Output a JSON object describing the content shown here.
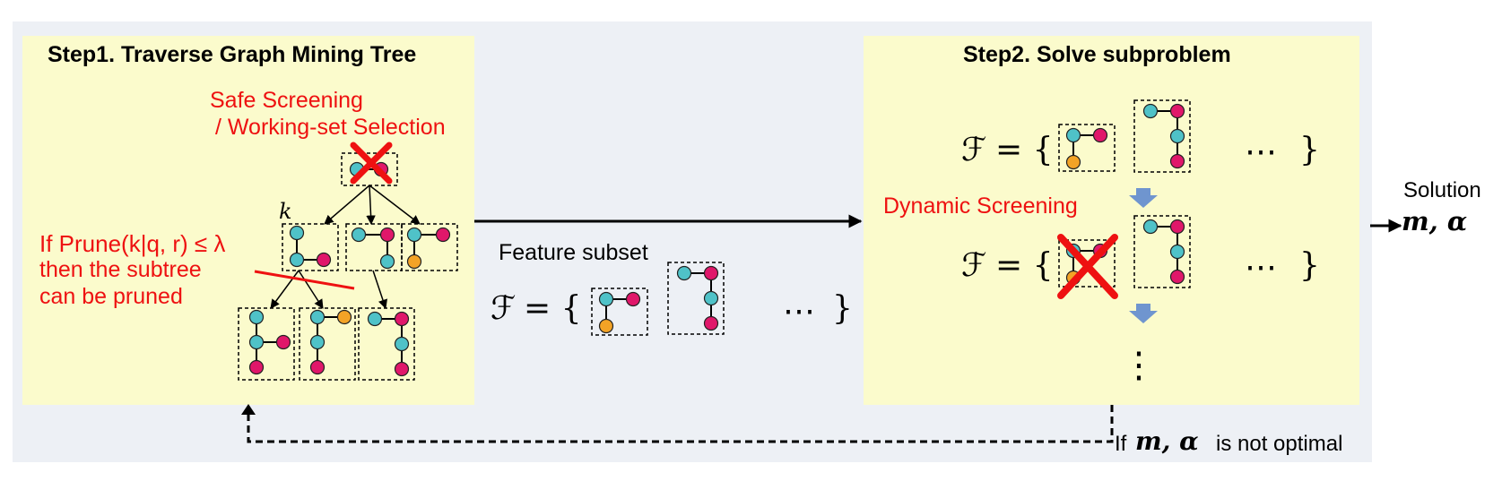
{
  "step1": {
    "title": "Step1. Traverse Graph Mining Tree",
    "screening_label_line1": "Safe Screening",
    "screening_label_line2": "/ Working-set Selection",
    "node_label": "k",
    "prune_condition": "If Prune(k|q, r) ≤ λ",
    "prune_then_line1": "then the subtree",
    "prune_then_line2": "can be pruned"
  },
  "middle": {
    "feature_subset_label": "Feature subset",
    "set_symbol": "ℱ",
    "equals_brace": "= {",
    "ellipsis": "⋯",
    "close_brace": "}"
  },
  "step2": {
    "title": "Step2. Solve subproblem",
    "dynamic_screening_label": "Dynamic Screening",
    "set_symbol": "ℱ",
    "equals_brace": "= {",
    "ellipsis": "⋯",
    "close_brace": "}",
    "vertical_ellipsis": "⋮"
  },
  "output": {
    "solution_label": "Solution",
    "solution_vars": "m,  α"
  },
  "feedback": {
    "prefix": "If",
    "vars": "m, α",
    "suffix": "is not optimal"
  },
  "colors": {
    "panel_bg": "#edf0f5",
    "step_box_bg": "#fbfbcc",
    "red": "#ee1111",
    "node_cyan": "#4fc2c8",
    "node_magenta": "#e0176a",
    "node_orange": "#f3a326",
    "down_arrow_blue": "#6f95cf"
  }
}
